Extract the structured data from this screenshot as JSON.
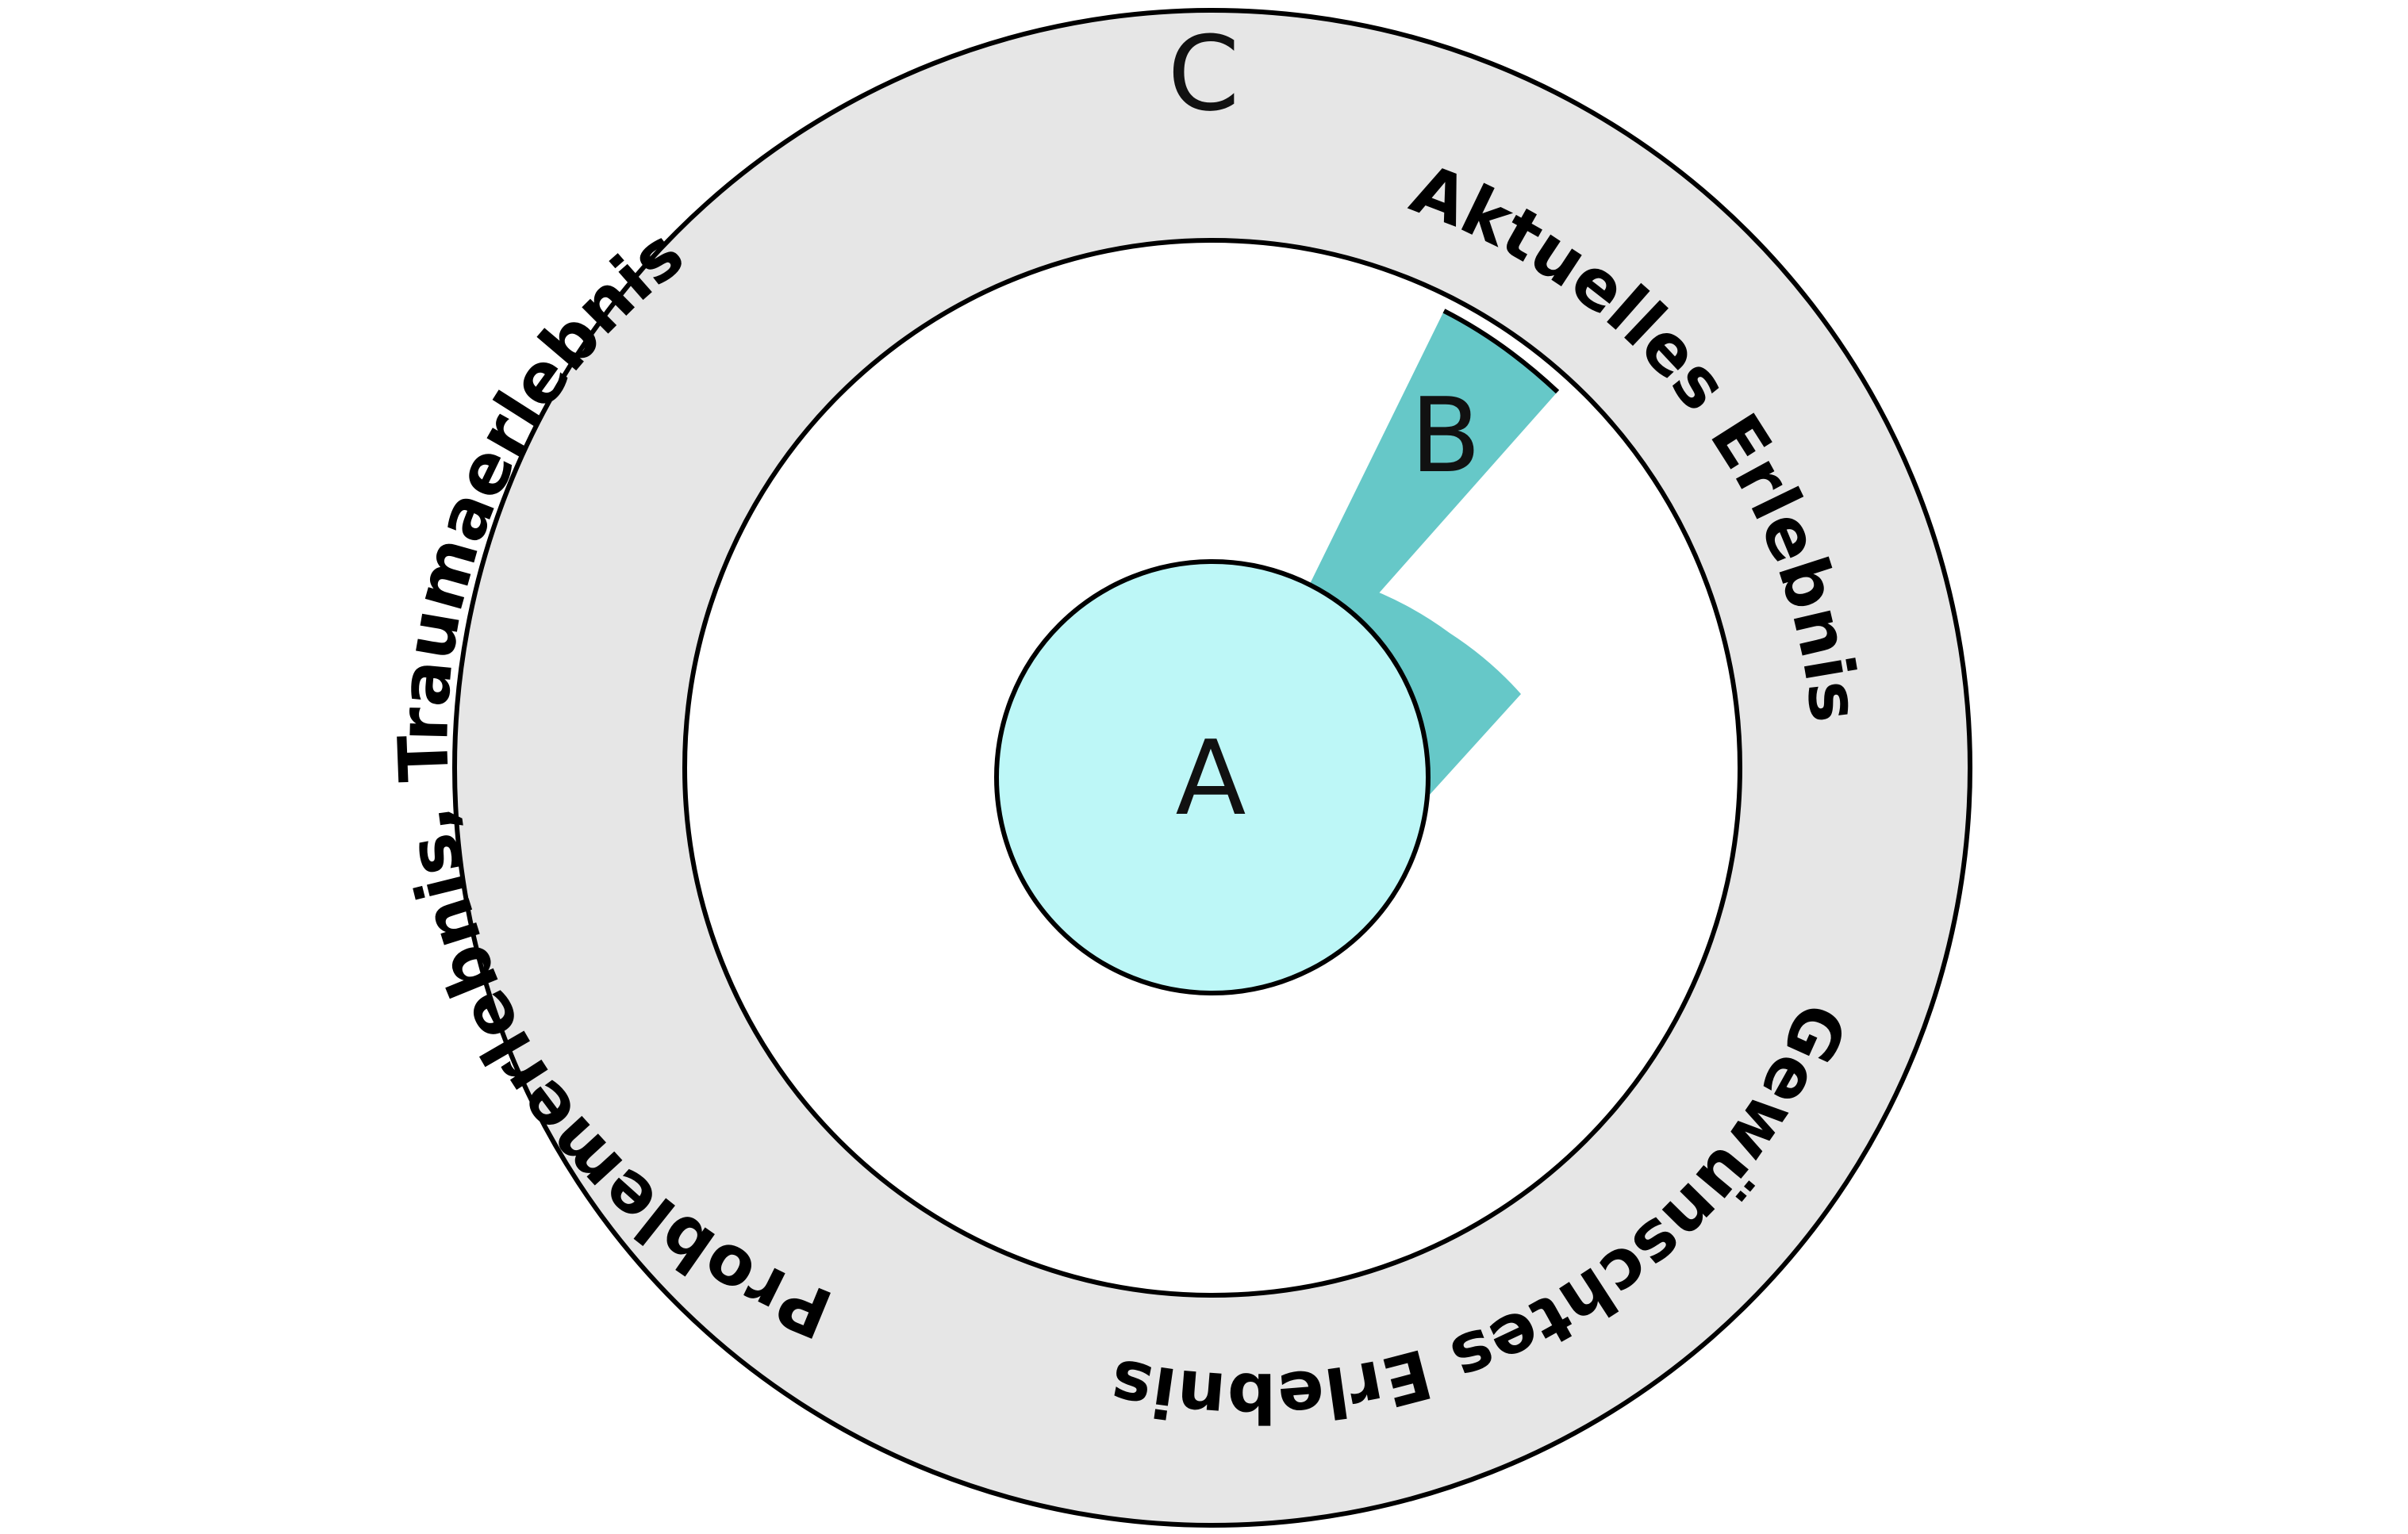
{
  "labels": {
    "a": "A",
    "b": "B",
    "c": "C",
    "problem": "Problemerlebnis, Traumaerlebnis",
    "current": "Aktuelles Erlebnis",
    "desired": "Gewünschtes Erlebnis"
  },
  "colors": {
    "outer_ring_fill": "#e6e6e6",
    "inner_disk_fill": "#ffffff",
    "center_fill": "#bdf7f7",
    "wedge_fill": "#66c8c8",
    "stroke": "#000000"
  }
}
